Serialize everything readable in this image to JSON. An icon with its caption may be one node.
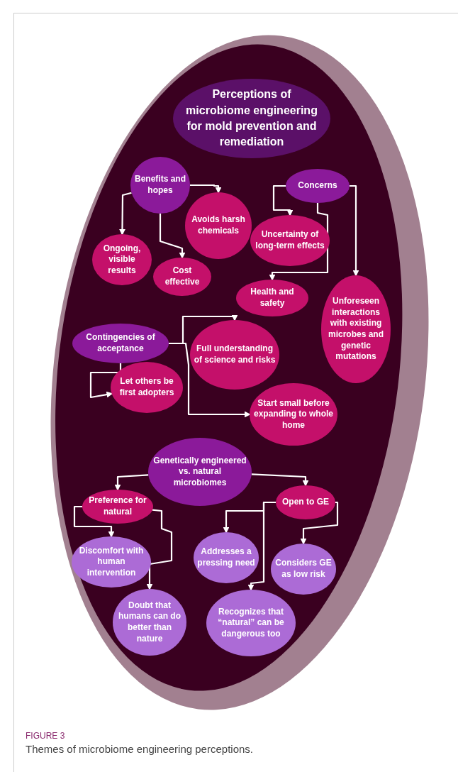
{
  "diagram": {
    "caption": "Themes of microbiome engineering perceptions.",
    "nodes": [
      {
        "text": [
          "Perceptions of microbiome engineering for mold prevention and remediation"
        ]
      },
      {
        "text": [
          "Benefits and hopes"
        ]
      },
      {
        "text": [
          "Avoids harsh chemicals"
        ]
      },
      {
        "text": [
          "Ongoing, visible results"
        ]
      },
      {
        "text": [
          "Cost effective"
        ]
      },
      {
        "text": [
          "Concerns"
        ]
      },
      {
        "text": [
          "Uncertainty of long-term effects"
        ]
      },
      {
        "text": [
          "Health and safety"
        ]
      },
      {
        "text": [
          "Unforeseen interactions with existing microbes and genetic mutations"
        ]
      },
      {
        "text": [
          "Contingencies of acceptance"
        ]
      },
      {
        "text": [
          "Full understanding of science and risks"
        ]
      },
      {
        "text": [
          "Let others be first adopters"
        ]
      },
      {
        "text": [
          "Start small before expanding to whole home"
        ]
      },
      {
        "text": [
          "Genetically engineered vs. natural microbiomes"
        ]
      },
      {
        "text": [
          "Preference for natural"
        ]
      },
      {
        "text": [
          "Open to GE"
        ]
      },
      {
        "text": [
          "Discomfort with human intervention"
        ]
      },
      {
        "text": [
          "Addresses a pressing need"
        ]
      },
      {
        "text": [
          "Considers GE as low risk"
        ]
      },
      {
        "text": [
          "Doubt that humans can do better than nature"
        ]
      },
      {
        "text": [
          "Recognizes that “natural” can be dangerous too"
        ]
      }
    ],
    "edges": [
      {
        "from": 1,
        "to": 2,
        "arrow": "to"
      },
      {
        "from": 1,
        "to": 3,
        "arrow": "to"
      },
      {
        "from": 1,
        "to": 4,
        "arrow": "to"
      },
      {
        "from": 5,
        "to": 6,
        "arrow": "to"
      },
      {
        "from": 5,
        "to": 7,
        "arrow": "to"
      },
      {
        "from": 5,
        "to": 8,
        "arrow": "to"
      },
      {
        "from": 9,
        "to": 10,
        "arrow": "to"
      },
      {
        "from": 9,
        "to": 11,
        "arrow": "to"
      },
      {
        "from": 9,
        "to": 12,
        "arrow": "to"
      },
      {
        "from": 13,
        "to": 14,
        "arrow": "to"
      },
      {
        "from": 13,
        "to": 15,
        "arrow": "to"
      },
      {
        "from": 14,
        "to": 16,
        "arrow": "to"
      },
      {
        "from": 14,
        "to": 19,
        "arrow": "to"
      },
      {
        "from": 15,
        "to": 17,
        "arrow": "to"
      },
      {
        "from": 15,
        "to": 20,
        "arrow": "to"
      },
      {
        "from": 15,
        "to": 18,
        "arrow": "to"
      }
    ],
    "labels": [
      "FIGURE 3"
    ]
  }
}
